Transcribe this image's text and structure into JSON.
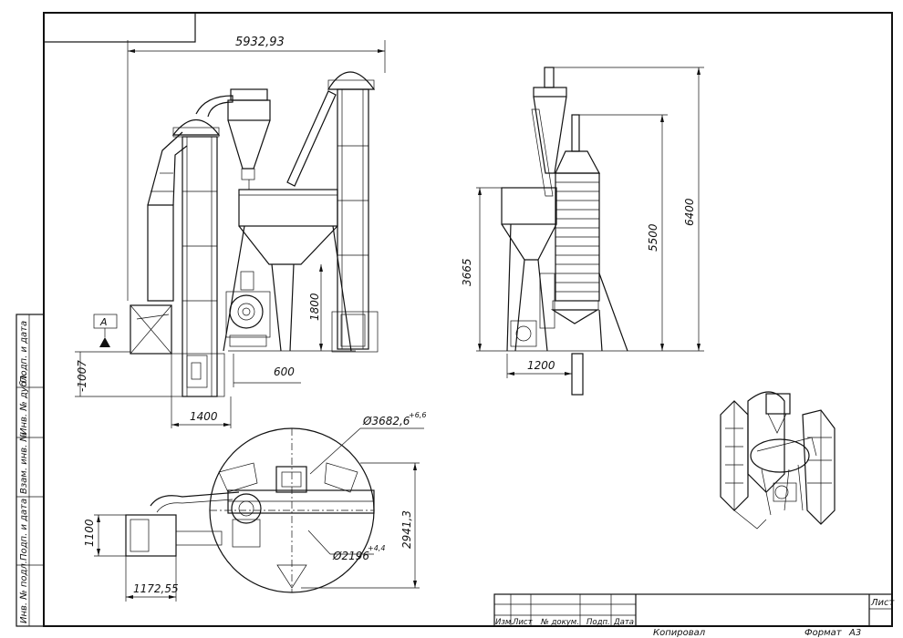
{
  "stamp": {
    "sheet_label": "Лист",
    "columns": [
      "Изм.",
      "Лист",
      "№ докум.",
      "Подп.",
      "Дата"
    ],
    "copied": "Копировал",
    "format_label": "Формат",
    "format_value": "А3"
  },
  "side_margin": [
    "Подп. и дата",
    "Инв. № дубл.",
    "Взам. инв. №",
    "Подп. и дата",
    "Инв. № подл."
  ],
  "dimensions": {
    "front_width": "5932,93",
    "front_height": "1800",
    "front_offset": "600",
    "front_base": "1400",
    "front_level": "-1007",
    "side_h1": "3665",
    "side_h2": "5500",
    "side_h3": "6400",
    "side_base": "1200",
    "plan_diam_outer": "Ø3682,6",
    "plan_diam_outer_tol": "+6,6",
    "plan_diam_inner": "Ø2196",
    "plan_diam_inner_tol": "+4,4",
    "plan_depth": "2941,3",
    "plan_left_h": "1100",
    "plan_left_w": "1172,55"
  },
  "view_marker": "А"
}
